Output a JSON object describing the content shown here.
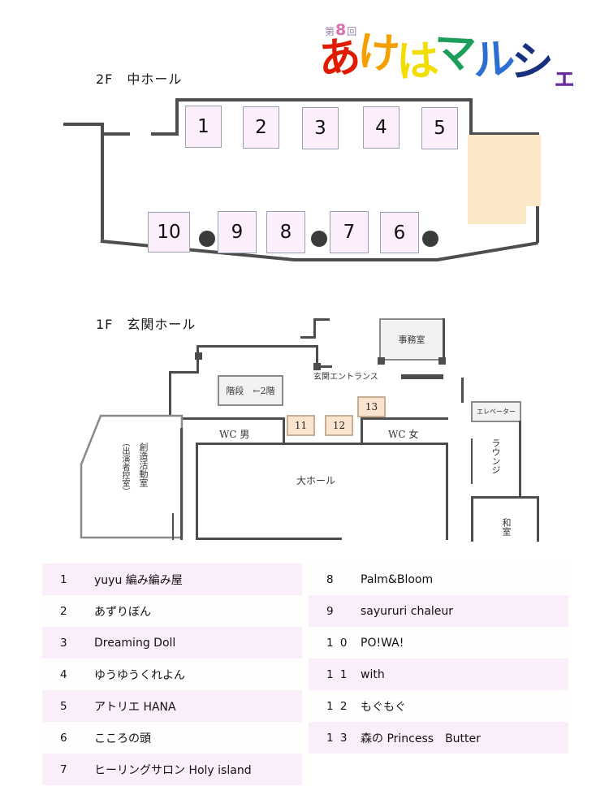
{
  "logo": {
    "edition_prefix": "第",
    "edition_number": "8",
    "edition_suffix": "回",
    "chars": [
      {
        "ch": "あ",
        "color": "#e01b00"
      },
      {
        "ch": "け",
        "color": "#f5a000"
      },
      {
        "ch": "は",
        "color": "#f2dd00"
      },
      {
        "ch": "マ",
        "color": "#1d9d5a"
      },
      {
        "ch": "ル",
        "color": "#2b6fd0"
      },
      {
        "ch": "シ",
        "color": "#18307f"
      },
      {
        "ch": "ェ",
        "color": "#6a2d9e"
      }
    ],
    "full_text": "あけはマルシェ"
  },
  "floor2": {
    "title": "2F　中ホール",
    "booths_top": [
      "1",
      "2",
      "3",
      "4",
      "5"
    ],
    "booths_bottom": [
      "10",
      "9",
      "8",
      "7",
      "6"
    ],
    "stage_label": ""
  },
  "floor1": {
    "title": "1F　玄関ホール",
    "rooms": {
      "office": "事務室",
      "entrance": "玄関エントランス",
      "stairs": "階段　←2階",
      "wc_men": "WC 男",
      "wc_women": "WC 女",
      "main_hall": "大ホール",
      "elevator": "エレベーター",
      "lounge": "ラウンジ",
      "japanese_room": "和室",
      "creative_room": "創造活動室",
      "creative_room_sub": "（出演者控室）"
    },
    "booths": [
      "11",
      "12",
      "13"
    ]
  },
  "vendors": {
    "left": [
      {
        "num": "1",
        "name": "yuyu 編み編み屋"
      },
      {
        "num": "2",
        "name": "あずりぼん"
      },
      {
        "num": "3",
        "name": "Dreaming Doll"
      },
      {
        "num": "4",
        "name": "ゆうゆうくれよん"
      },
      {
        "num": "5",
        "name": "アトリエ HANA"
      },
      {
        "num": "6",
        "name": "こころの頭"
      },
      {
        "num": "7",
        "name": "ヒーリングサロン Holy island"
      }
    ],
    "right": [
      {
        "num": "8",
        "name": "Palm&Bloom"
      },
      {
        "num": "9",
        "name": "sayururi chaleur"
      },
      {
        "num": "1 0",
        "name": "PO!WA!"
      },
      {
        "num": "1 1",
        "name": "with"
      },
      {
        "num": "1 2",
        "name": "もぐもぐ"
      },
      {
        "num": "1 3",
        "name": "森の Princess　Butter"
      }
    ]
  },
  "colors": {
    "booth_2f_fill": "#fceefb",
    "booth_1f_fill": "#fae4cf",
    "stage_fill": "#fbe8c6",
    "wall": "#4d4d4d",
    "row_alt": "#fbeefb"
  }
}
